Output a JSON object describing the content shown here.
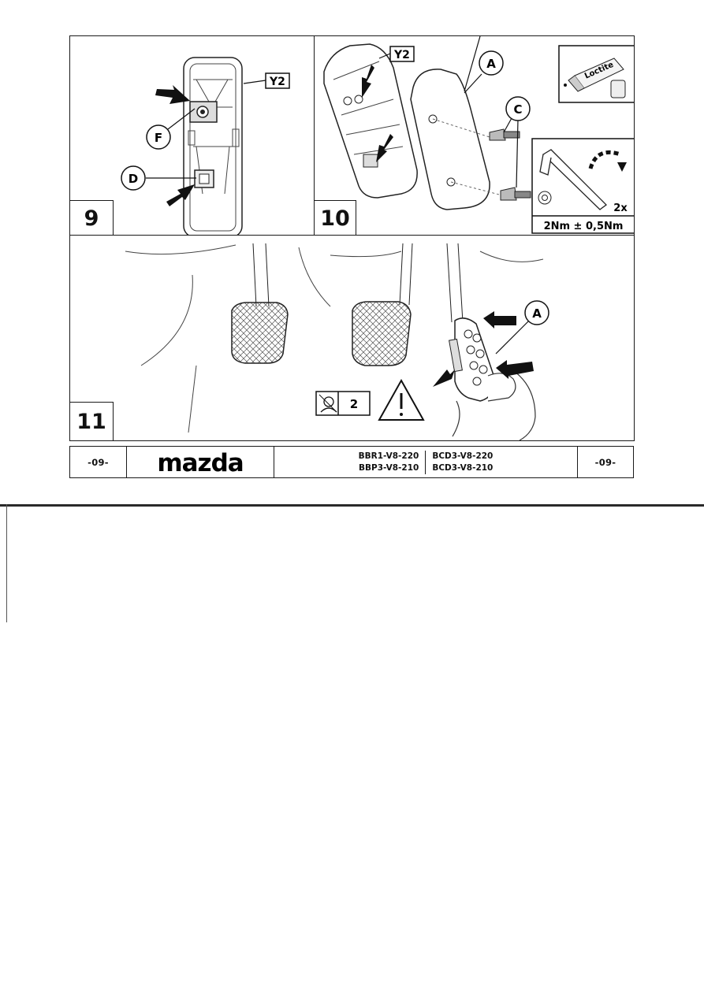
{
  "steps": {
    "s9": {
      "number": "9",
      "labels": {
        "y2": "Y2",
        "f": "F",
        "d": "D"
      }
    },
    "s10": {
      "number": "10",
      "labels": {
        "y2": "Y2",
        "a": "A",
        "c": "C",
        "loctite": "Loctite",
        "qty": "2x",
        "torque": "2Nm ± 0,5Nm"
      }
    },
    "s11": {
      "number": "11",
      "labels": {
        "a": "A",
        "person_count": "2"
      }
    }
  },
  "footer": {
    "page_left": "-09-",
    "brand": "mazda",
    "codes_left": [
      "BBR1-V8-220",
      "BBP3-V8-210"
    ],
    "codes_right": [
      "BCD3-V8-220",
      "BCD3-V8-210"
    ],
    "page_right": "-09-"
  },
  "icons": {
    "arrow": "black-arrow-icon",
    "loctite": "loctite-bottle-icon",
    "torx": "torx-key-icon",
    "rotate": "rotate-arrow-icon",
    "person": "person-icon",
    "warning": "warning-triangle-icon"
  }
}
